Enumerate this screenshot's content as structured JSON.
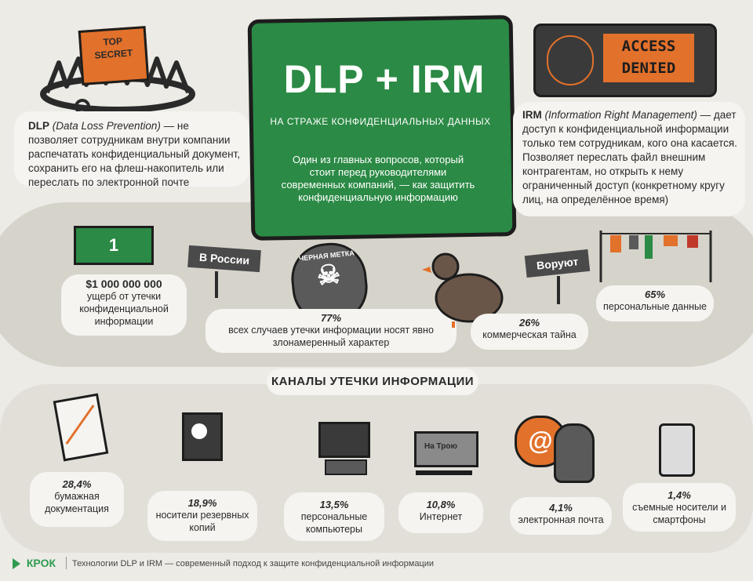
{
  "header": {
    "title": "DLP + IRM",
    "subtitle": "НА СТРАЖЕ КОНФИДЕНЦИАЛЬНЫХ ДАННЫХ",
    "intro": "Один из главных вопросов, который стоит перед руководителями современных компаний, — как защитить конфиденциальную информацию"
  },
  "dlp": {
    "stamp_line1": "TOP",
    "stamp_line2": "SECRET",
    "term": "DLP",
    "expansion": "(Data Loss Prevention)",
    "description": "— не позволяет сотрудникам внутри компании распечатать конфиденциальный документ, сохранить его на флеш-накопитель или переслать по электронной почте"
  },
  "irm": {
    "screen_line1": "ACCESS",
    "screen_line2": "DENIED",
    "term": "IRM",
    "expansion": "(Information Right Management)",
    "description": "— дает доступ к конфиденциальной информации только тем сотрудникам, кого она касается. Позволяет переслать файл внешним контрагентам, но открыть к нему ограниченный доступ (конкретному кругу лиц, на определённое время)"
  },
  "stats": {
    "sign_russia": "В России",
    "sign_steal": "Воруют",
    "banknote": "1",
    "black_mark": "ЧЕРНАЯ МЕТКА",
    "damage_value": "$1 000 000 000",
    "damage_label": "ущерб от утечки конфиденциальной информации",
    "malicious_value": "77%",
    "malicious_label": "всех случаев утечки информации носят явно злонамеренный характер",
    "commercial_value": "26%",
    "commercial_label": "коммерческая тайна",
    "personal_value": "65%",
    "personal_label": "персональные данные"
  },
  "channels": {
    "heading": "КАНАЛЫ УТЕЧКИ ИНФОРМАЦИИ",
    "horse_label": "На Трою",
    "email_symbol": "@",
    "items": [
      {
        "value": "28,4%",
        "label": "бумажная документация"
      },
      {
        "value": "18,9%",
        "label": "носители резервных копий"
      },
      {
        "value": "13,5%",
        "label": "персональные компьютеры"
      },
      {
        "value": "10,8%",
        "label": "Интернет"
      },
      {
        "value": "4,1%",
        "label": "электронная почта"
      },
      {
        "value": "1,4%",
        "label": "съемные носители и смартфоны"
      }
    ]
  },
  "footer": {
    "logo": "КРОК",
    "text": "Технологии DLP и IRM — современный подход к защите конфиденциальной информации"
  },
  "colors": {
    "green": "#2b8a45",
    "orange": "#e2712b",
    "dark": "#3a3a3a",
    "bg": "#ecebe6"
  }
}
